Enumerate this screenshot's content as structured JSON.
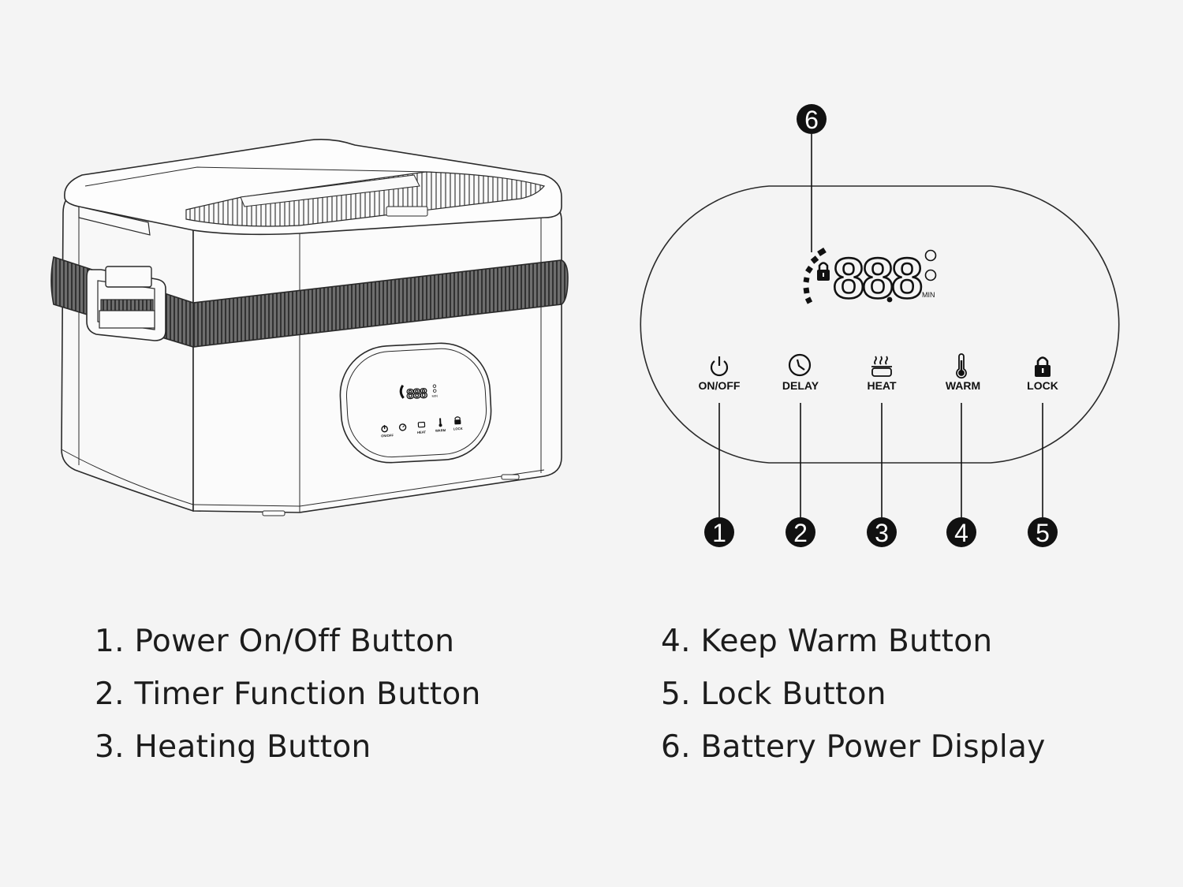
{
  "panel": {
    "display_digits": "888",
    "display_unit": "MIN",
    "buttons": [
      {
        "label": "ON/OFF",
        "icon": "power-icon"
      },
      {
        "label": "DELAY",
        "icon": "clock-icon"
      },
      {
        "label": "HEAT",
        "icon": "heat-icon"
      },
      {
        "label": "WARM",
        "icon": "thermometer-icon"
      },
      {
        "label": "LOCK",
        "icon": "lock-icon"
      }
    ],
    "callouts": [
      "1",
      "2",
      "3",
      "4",
      "5",
      "6"
    ]
  },
  "device": {
    "mini_panel_labels": [
      "ON/OFF",
      "HEAT",
      "WARM",
      "LOCK"
    ]
  },
  "legend": {
    "left": [
      "1. Power On/Off Button",
      "2. Timer Function Button",
      "3. Heating Button"
    ],
    "right": [
      "4. Keep Warm Button",
      "5. Lock Button",
      "6. Battery Power Display"
    ]
  },
  "colors": {
    "background": "#f4f4f4",
    "line": "#2a2a2a",
    "callout_fill": "#111111",
    "strap": "#3a3a3a"
  }
}
